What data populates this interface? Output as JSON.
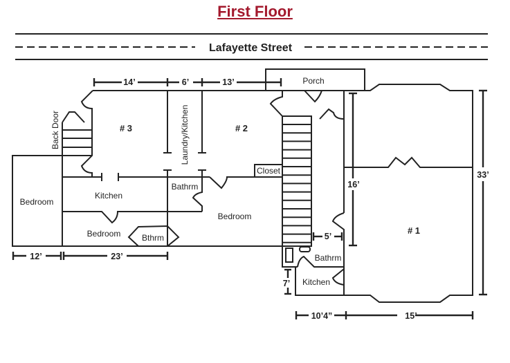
{
  "title": "First Floor",
  "street": "Lafayette Street",
  "units": {
    "u1": "# 1",
    "u2": "# 2",
    "u3": "# 3"
  },
  "rooms": {
    "porch": "Porch",
    "back_door": "Back Door",
    "laundry_kitchen": "Laundry/Kitchen",
    "closet": "Closet",
    "bedroom_left": "Bedroom",
    "kitchen_3": "Kitchen",
    "bedroom_3": "Bedroom",
    "bthrm_3": "Bthrm",
    "bathrm_2": "Bathrm",
    "bedroom_2": "Bedroom",
    "bathrm_1": "Bathrm",
    "kitchen_1": "Kitchen"
  },
  "dimensions": {
    "d14": "14’",
    "d6": "6’",
    "d13": "13’",
    "d12": "12’",
    "d23": "23’",
    "d16": "16’",
    "d33": "33’",
    "d5": "5’",
    "d7": "7’",
    "d10_4": "10’4”",
    "d15": "15’"
  }
}
